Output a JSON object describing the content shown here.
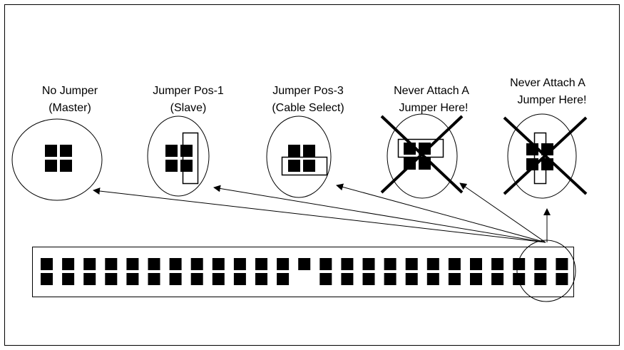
{
  "configs": [
    {
      "line1": "No Jumper",
      "line2": "(Master)"
    },
    {
      "line1": "Jumper Pos-1",
      "line2": "(Slave)"
    },
    {
      "line1": "Jumper Pos-3",
      "line2": "(Cable Select)"
    },
    {
      "line1": "Never Attach A",
      "line2": "Jumper Here!"
    },
    {
      "line1": "Never Attach A",
      "line2": "Jumper Here!"
    }
  ],
  "colors": {
    "ink": "#000000",
    "background": "#ffffff"
  }
}
